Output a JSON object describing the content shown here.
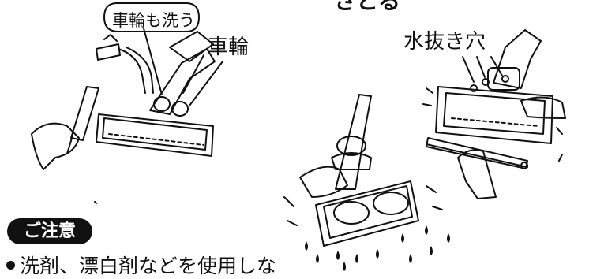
{
  "header_fragment": "さとる",
  "labels": {
    "wash_wheels_bubble": "車輪も洗う",
    "wheels": "車輪",
    "drain_holes": "水抜き穴"
  },
  "notice": {
    "badge": "ご注意",
    "bullet_text": "洗剤、漂白剤などを使用しな"
  }
}
